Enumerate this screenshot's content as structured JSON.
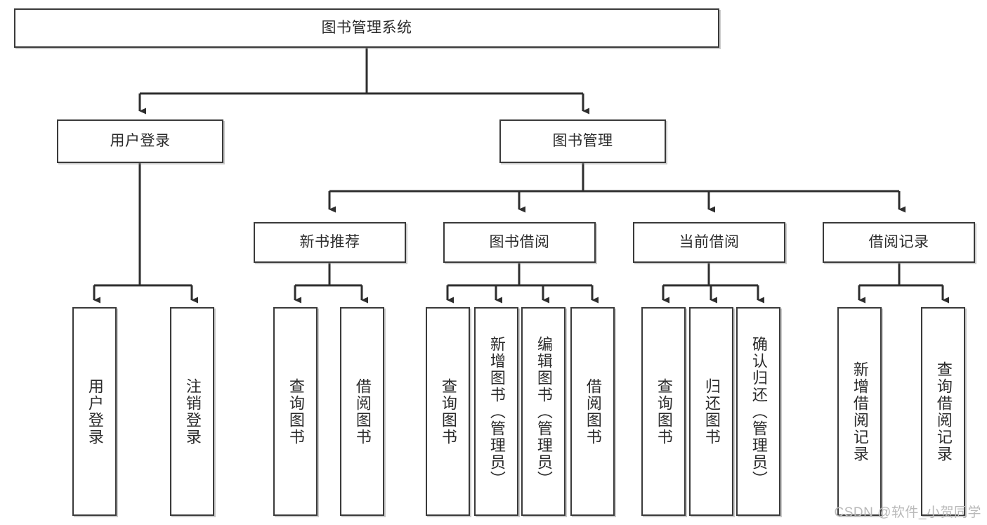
{
  "diagram": {
    "type": "tree",
    "title": "图书管理系统",
    "orientation": "top-down",
    "colors": {
      "box_border": "#3a3a3a",
      "box_fill": "#ffffff",
      "connector": "#2e2e2e",
      "text": "#2b2b2b",
      "watermark": "#b9b9b9"
    },
    "nodes": {
      "root": {
        "label": "图书管理系统"
      },
      "level2": [
        {
          "id": "user-login",
          "label": "用户登录"
        },
        {
          "id": "book-manage",
          "label": "图书管理"
        }
      ],
      "level3": [
        {
          "id": "new-book-recommend",
          "label": "新书推荐"
        },
        {
          "id": "book-borrow",
          "label": "图书借阅"
        },
        {
          "id": "current-borrow",
          "label": "当前借阅"
        },
        {
          "id": "borrow-record",
          "label": "借阅记录"
        }
      ],
      "leaves": {
        "user-login": [
          {
            "id": "leaf-user-login",
            "label": "用户登录"
          },
          {
            "id": "leaf-logout-login",
            "label": "注销登录"
          }
        ],
        "new-book-recommend": [
          {
            "id": "leaf-query-book-1",
            "label": "查询图书"
          },
          {
            "id": "leaf-borrow-book-1",
            "label": "借阅图书"
          }
        ],
        "book-borrow": [
          {
            "id": "leaf-query-book-2",
            "label": "查询图书"
          },
          {
            "id": "leaf-add-book",
            "label": "新增图书（管理员）"
          },
          {
            "id": "leaf-edit-book",
            "label": "编辑图书（管理员）"
          },
          {
            "id": "leaf-borrow-book-2",
            "label": "借阅图书"
          }
        ],
        "current-borrow": [
          {
            "id": "leaf-query-book-3",
            "label": "查询图书"
          },
          {
            "id": "leaf-return-book",
            "label": "归还图书"
          },
          {
            "id": "leaf-confirm-return",
            "label": "确认归还（管理员）"
          }
        ],
        "borrow-record": [
          {
            "id": "leaf-add-record",
            "label": "新增借阅记录"
          },
          {
            "id": "leaf-query-record",
            "label": "查询借阅记录"
          }
        ]
      }
    }
  },
  "watermark": {
    "text": "CSDN @软件_小贺同学"
  }
}
